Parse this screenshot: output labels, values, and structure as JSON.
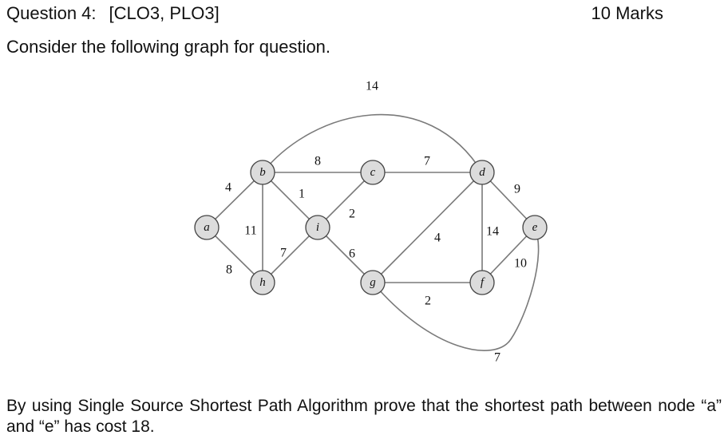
{
  "question": {
    "number_label": "Question 4:",
    "tags": "[CLO3, PLO3]",
    "marks": "10 Marks",
    "intro": "Consider the following graph for question.",
    "prompt": "By using Single Source Shortest Path Algorithm prove that the shortest path between node “a” and “e” has cost 18."
  },
  "graph": {
    "nodes": [
      {
        "id": "a",
        "label": "a"
      },
      {
        "id": "b",
        "label": "b"
      },
      {
        "id": "c",
        "label": "c"
      },
      {
        "id": "d",
        "label": "d"
      },
      {
        "id": "e",
        "label": "e"
      },
      {
        "id": "f",
        "label": "f"
      },
      {
        "id": "g",
        "label": "g"
      },
      {
        "id": "h",
        "label": "h"
      },
      {
        "id": "i",
        "label": "i"
      }
    ],
    "edges": [
      {
        "from": "a",
        "to": "b",
        "weight": "4"
      },
      {
        "from": "a",
        "to": "h",
        "weight": "8"
      },
      {
        "from": "b",
        "to": "h",
        "weight": "11"
      },
      {
        "from": "b",
        "to": "c",
        "weight": "8"
      },
      {
        "from": "b",
        "to": "i",
        "weight": "1"
      },
      {
        "from": "b",
        "to": "d",
        "weight": "14"
      },
      {
        "from": "h",
        "to": "i",
        "weight": "7"
      },
      {
        "from": "i",
        "to": "c",
        "weight": "2"
      },
      {
        "from": "i",
        "to": "g",
        "weight": "6"
      },
      {
        "from": "c",
        "to": "d",
        "weight": "7"
      },
      {
        "from": "g",
        "to": "d",
        "weight": "4"
      },
      {
        "from": "g",
        "to": "f",
        "weight": "2"
      },
      {
        "from": "d",
        "to": "f",
        "weight": "14"
      },
      {
        "from": "d",
        "to": "e",
        "weight": "9"
      },
      {
        "from": "f",
        "to": "e",
        "weight": "10"
      },
      {
        "from": "g",
        "to": "e",
        "weight": "7"
      }
    ]
  }
}
